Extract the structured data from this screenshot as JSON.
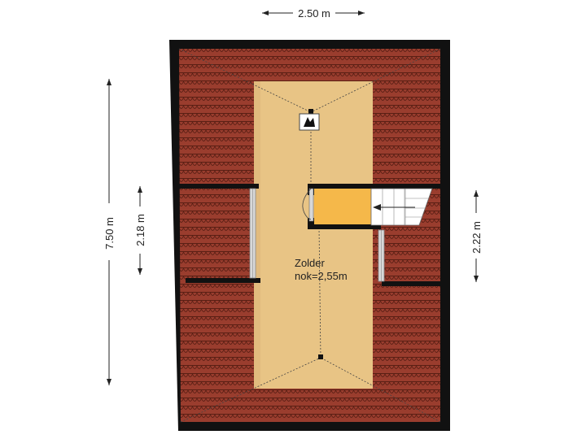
{
  "dimensions": {
    "top_width": "2.50 m",
    "left_height": "7.50 m",
    "inner_left_height": "2.18 m",
    "right_height": "2.22 m"
  },
  "room": {
    "name": "Zolder",
    "ridge_height": "nok=2,55m"
  },
  "colors": {
    "wall": "#111111",
    "roof_tile": "#9a3d2e",
    "roof_tile_line": "#5a1f14",
    "floor": "#e8c485",
    "landing": "#f5b84a",
    "stairs": "#ffffff"
  },
  "icons": {
    "fixture": "fan-icon",
    "stairs_arrow": "arrow-left-icon"
  }
}
